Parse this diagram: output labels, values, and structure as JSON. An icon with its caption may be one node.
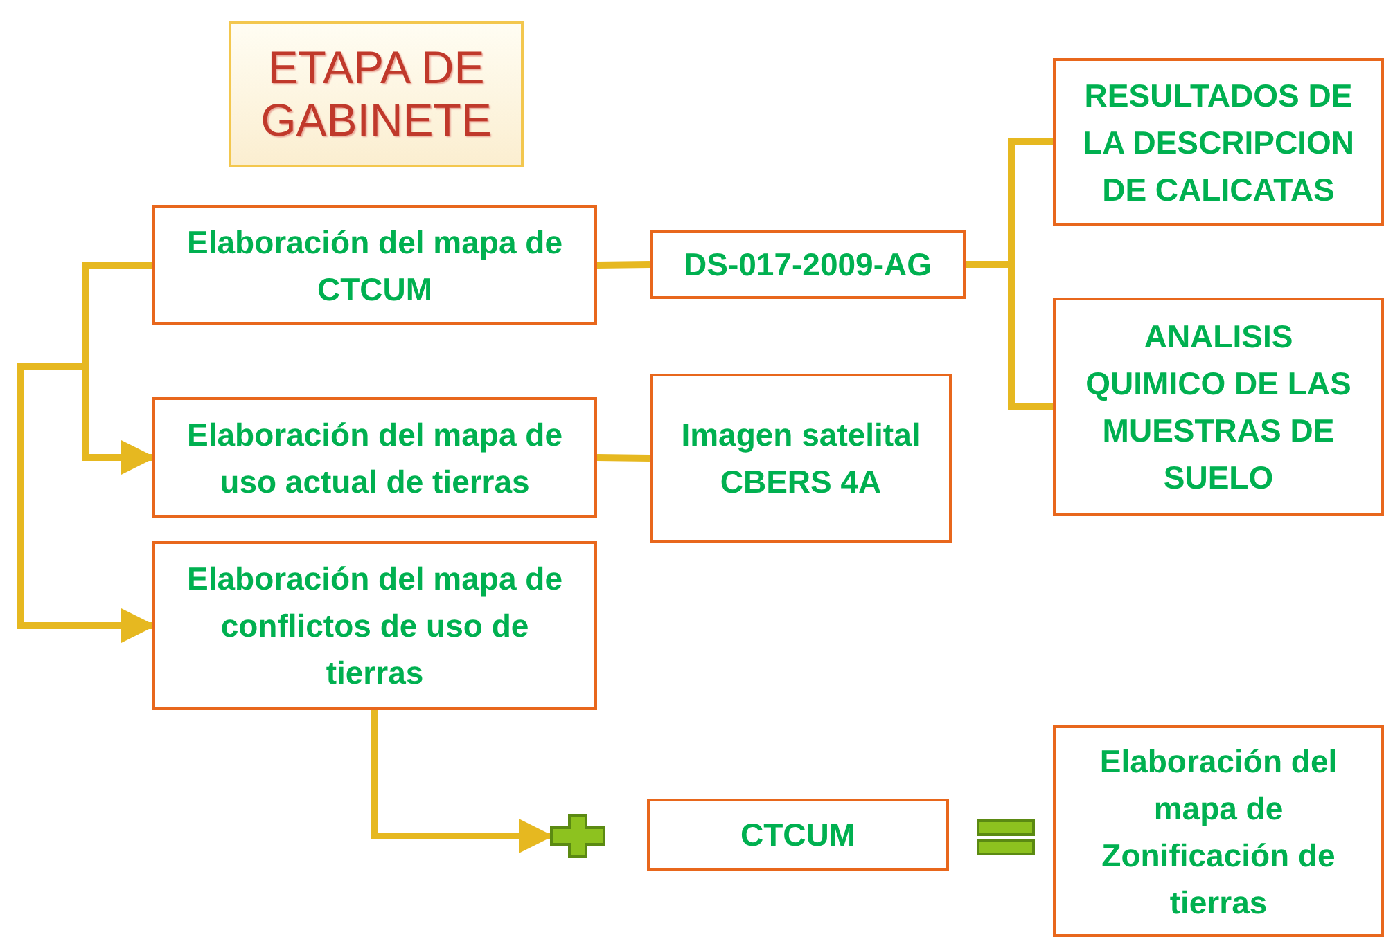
{
  "diagram": {
    "nodes": [
      {
        "text": [
          "ETAPA DE GABINETE"
        ]
      },
      {
        "text": [
          "Elaboración del mapa de CTCUM"
        ]
      },
      {
        "text": [
          "Elaboración del mapa de uso actual de tierras"
        ]
      },
      {
        "text": [
          "Elaboración del mapa de conflictos de uso de tierras"
        ]
      },
      {
        "text": [
          "DS-017-2009-AG"
        ]
      },
      {
        "text": [
          "RESULTADOS DE LA DESCRIPCION DE CALICATAS"
        ]
      },
      {
        "text": [
          "ANALISIS QUIMICO DE LAS MUESTRAS DE SUELO"
        ]
      },
      {
        "text": [
          "Imagen satelital CBERS 4A"
        ]
      },
      {
        "text": [],
        "shape": "plus"
      },
      {
        "text": [
          "CTCUM"
        ]
      },
      {
        "text": [],
        "shape": "equals"
      },
      {
        "text": [
          "Elaboración del mapa de Zonificación de tierras"
        ]
      }
    ],
    "edges": [
      {
        "from": 1,
        "to": 2,
        "arrow": "to"
      },
      {
        "from": 1,
        "to": 3,
        "arrow": "to"
      },
      {
        "from": 1,
        "to": 4,
        "arrow": "none"
      },
      {
        "from": 4,
        "to": 5,
        "arrow": "none"
      },
      {
        "from": 4,
        "to": 6,
        "arrow": "none"
      },
      {
        "from": 2,
        "to": 7,
        "arrow": "none"
      },
      {
        "from": 3,
        "to": 8,
        "arrow": "to"
      }
    ]
  }
}
